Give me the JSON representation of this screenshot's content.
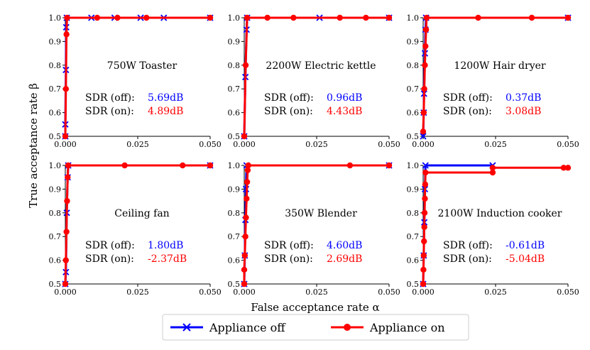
{
  "figure": {
    "ylabel": "True acceptance rate β",
    "xlabel": "False acceptance rate α",
    "legend": [
      {
        "label": "Appliance off",
        "color": "#0000ff",
        "marker": "x"
      },
      {
        "label": "Appliance on",
        "color": "#ff0000",
        "marker": "o"
      }
    ]
  },
  "chart_data": [
    {
      "type": "line",
      "title": "750W Toaster",
      "sdr_off": {
        "label": "SDR (off):",
        "value": "5.69dB"
      },
      "sdr_on": {
        "label": "SDR (on):",
        "value": "4.89dB"
      },
      "xlim": [
        0,
        0.05
      ],
      "ylim": [
        0.5,
        1.0
      ],
      "xticks": [
        "0.000",
        "0.025",
        "0.050"
      ],
      "yticks": [
        "0.5",
        "0.6",
        "0.7",
        "0.8",
        "0.9",
        "1.0"
      ],
      "series": [
        {
          "name": "Appliance off",
          "color": "#0000ff",
          "marker": "x",
          "points": [
            [
              0,
              0.5
            ],
            [
              0,
              0.55
            ],
            [
              0.0002,
              0.78
            ],
            [
              0.0003,
              0.96
            ],
            [
              0.0005,
              1.0
            ],
            [
              0.009,
              1.0
            ],
            [
              0.017,
              1.0
            ],
            [
              0.026,
              1.0
            ],
            [
              0.034,
              1.0
            ],
            [
              0.05,
              1.0
            ]
          ]
        },
        {
          "name": "Appliance on",
          "color": "#ff0000",
          "marker": "o",
          "points": [
            [
              0,
              0.5
            ],
            [
              0.0002,
              0.7
            ],
            [
              0.0004,
              0.93
            ],
            [
              0.0006,
              1.0
            ],
            [
              0.011,
              1.0
            ],
            [
              0.018,
              1.0
            ],
            [
              0.028,
              1.0
            ],
            [
              0.05,
              1.0
            ]
          ]
        }
      ]
    },
    {
      "type": "line",
      "title": "2200W Electric kettle",
      "sdr_off": {
        "label": "SDR (off):",
        "value": "0.96dB"
      },
      "sdr_on": {
        "label": "SDR (on):",
        "value": "4.43dB"
      },
      "xlim": [
        0,
        0.05
      ],
      "ylim": [
        0.5,
        1.0
      ],
      "xticks": [
        "0.000",
        "0.025",
        "0.050"
      ],
      "yticks": [
        "0.5",
        "0.6",
        "0.7",
        "0.8",
        "0.9",
        "1.0"
      ],
      "series": [
        {
          "name": "Appliance off",
          "color": "#0000ff",
          "marker": "x",
          "points": [
            [
              0,
              0.5
            ],
            [
              0.0004,
              0.75
            ],
            [
              0.0008,
              0.95
            ],
            [
              0.001,
              1.0
            ],
            [
              0.026,
              1.0
            ],
            [
              0.05,
              1.0
            ]
          ]
        },
        {
          "name": "Appliance on",
          "color": "#ff0000",
          "marker": "o",
          "points": [
            [
              0,
              0.5
            ],
            [
              0.0005,
              0.8
            ],
            [
              0.001,
              1.0
            ],
            [
              0.008,
              1.0
            ],
            [
              0.017,
              1.0
            ],
            [
              0.033,
              1.0
            ],
            [
              0.042,
              1.0
            ],
            [
              0.05,
              1.0
            ]
          ]
        }
      ]
    },
    {
      "type": "line",
      "title": "1200W Hair dryer",
      "sdr_off": {
        "label": "SDR (off):",
        "value": "0.37dB"
      },
      "sdr_on": {
        "label": "SDR (on):",
        "value": "3.08dB"
      },
      "xlim": [
        0,
        0.05
      ],
      "ylim": [
        0.5,
        1.0
      ],
      "xticks": [
        "0.000",
        "0.025",
        "0.050"
      ],
      "yticks": [
        "0.5",
        "0.6",
        "0.7",
        "0.8",
        "0.9",
        "1.0"
      ],
      "series": [
        {
          "name": "Appliance off",
          "color": "#0000ff",
          "marker": "x",
          "points": [
            [
              0,
              0.5
            ],
            [
              0.0002,
              0.6
            ],
            [
              0.0003,
              0.68
            ],
            [
              0.0006,
              0.85
            ],
            [
              0.0008,
              0.95
            ],
            [
              0.001,
              1.0
            ],
            [
              0.05,
              1.0
            ]
          ]
        },
        {
          "name": "Appliance on",
          "color": "#ff0000",
          "marker": "o",
          "points": [
            [
              0,
              0.52
            ],
            [
              0.0002,
              0.6
            ],
            [
              0.0004,
              0.7
            ],
            [
              0.0006,
              0.8
            ],
            [
              0.0008,
              0.88
            ],
            [
              0.001,
              0.95
            ],
            [
              0.0012,
              1.0
            ],
            [
              0.019,
              1.0
            ],
            [
              0.0375,
              1.0
            ],
            [
              0.05,
              1.0
            ]
          ]
        }
      ]
    },
    {
      "type": "line",
      "title": "Ceiling fan",
      "sdr_off": {
        "label": "SDR (off):",
        "value": "1.80dB"
      },
      "sdr_on": {
        "label": "SDR (on):",
        "value": "-2.37dB"
      },
      "xlim": [
        0,
        0.05
      ],
      "ylim": [
        0.5,
        1.0
      ],
      "xticks": [
        "0.000",
        "0.025",
        "0.050"
      ],
      "yticks": [
        "0.5",
        "0.6",
        "0.7",
        "0.8",
        "0.9",
        "1.0"
      ],
      "series": [
        {
          "name": "Appliance off",
          "color": "#0000ff",
          "marker": "x",
          "points": [
            [
              0,
              0.5
            ],
            [
              0.0002,
              0.55
            ],
            [
              0.0005,
              0.8
            ],
            [
              0.0008,
              0.95
            ],
            [
              0.001,
              1.0
            ],
            [
              0.05,
              1.0
            ]
          ]
        },
        {
          "name": "Appliance on",
          "color": "#ff0000",
          "marker": "o",
          "points": [
            [
              0,
              0.5
            ],
            [
              0.0002,
              0.6
            ],
            [
              0.0004,
              0.72
            ],
            [
              0.0006,
              0.85
            ],
            [
              0.0008,
              0.95
            ],
            [
              0.001,
              1.0
            ],
            [
              0.0205,
              1.0
            ],
            [
              0.0405,
              1.0
            ],
            [
              0.05,
              1.0
            ]
          ]
        }
      ]
    },
    {
      "type": "line",
      "title": "350W Blender",
      "sdr_off": {
        "label": "SDR (off):",
        "value": "4.60dB"
      },
      "sdr_on": {
        "label": "SDR (on):",
        "value": "2.69dB"
      },
      "xlim": [
        0,
        0.05
      ],
      "ylim": [
        0.5,
        1.0
      ],
      "xticks": [
        "0.000",
        "0.025",
        "0.050"
      ],
      "yticks": [
        "0.5",
        "0.6",
        "0.7",
        "0.8",
        "0.9",
        "1.0"
      ],
      "series": [
        {
          "name": "Appliance off",
          "color": "#0000ff",
          "marker": "x",
          "points": [
            [
              0,
              0.5
            ],
            [
              0.0002,
              0.62
            ],
            [
              0.0004,
              0.77
            ],
            [
              0.0006,
              0.9
            ],
            [
              0.0008,
              1.0
            ],
            [
              0.05,
              1.0
            ]
          ]
        },
        {
          "name": "Appliance on",
          "color": "#ff0000",
          "marker": "o",
          "points": [
            [
              0,
              0.5
            ],
            [
              0,
              0.56
            ],
            [
              0.0002,
              0.62
            ],
            [
              0.0004,
              0.7
            ],
            [
              0.0006,
              0.78
            ],
            [
              0.0008,
              0.86
            ],
            [
              0.001,
              0.93
            ],
            [
              0.0012,
              0.98
            ],
            [
              0.0014,
              1.0
            ],
            [
              0.0365,
              1.0
            ],
            [
              0.05,
              1.0
            ]
          ]
        }
      ]
    },
    {
      "type": "line",
      "title": "2100W Induction cooker",
      "sdr_off": {
        "label": "SDR (off):",
        "value": "-0.61dB"
      },
      "sdr_on": {
        "label": "SDR (on):",
        "value": "-5.04dB"
      },
      "xlim": [
        0,
        0.05
      ],
      "ylim": [
        0.5,
        1.0
      ],
      "xticks": [
        "0.000",
        "0.025",
        "0.050"
      ],
      "yticks": [
        "0.5",
        "0.6",
        "0.7",
        "0.8",
        "0.9",
        "1.0"
      ],
      "series": [
        {
          "name": "Appliance off",
          "color": "#0000ff",
          "marker": "x",
          "points": [
            [
              0,
              0.5
            ],
            [
              0.0002,
              0.62
            ],
            [
              0.0004,
              0.76
            ],
            [
              0.0006,
              0.9
            ],
            [
              0.0008,
              1.0
            ],
            [
              0.024,
              1.0
            ]
          ]
        },
        {
          "name": "Appliance on",
          "color": "#ff0000",
          "marker": "o",
          "points": [
            [
              0,
              0.5
            ],
            [
              0.0001,
              0.56
            ],
            [
              0.0002,
              0.62
            ],
            [
              0.0003,
              0.68
            ],
            [
              0.0004,
              0.74
            ],
            [
              0.0005,
              0.8
            ],
            [
              0.0006,
              0.86
            ],
            [
              0.0007,
              0.92
            ],
            [
              0.0008,
              0.97
            ],
            [
              0.024,
              0.97
            ],
            [
              0.024,
              0.99
            ],
            [
              0.0485,
              0.99
            ],
            [
              0.05,
              0.99
            ]
          ]
        }
      ]
    }
  ]
}
